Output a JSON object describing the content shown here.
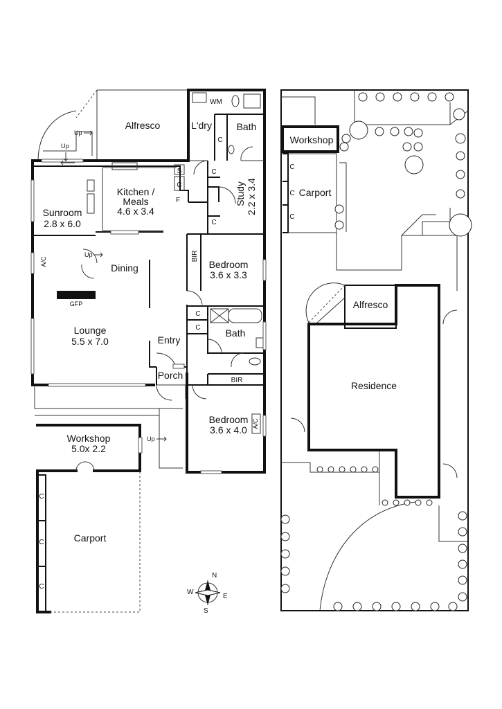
{
  "rooms": {
    "alfresco": "Alfresco",
    "laundry": "L'dry",
    "wm": "WM",
    "bath_top": "Bath",
    "kitchen_line1": "Kitchen /",
    "kitchen_line2": "Meals",
    "kitchen_dim": "4.6 x 3.4",
    "study": "Study",
    "study_dim": "2.2 x 3.4",
    "sunroom": "Sunroom",
    "sunroom_dim": "2.8 x 6.0",
    "dining": "Dining",
    "bedroom1": "Bedroom",
    "bedroom1_dim": "3.6 x 3.3",
    "bir": "BIR",
    "lounge": "Lounge",
    "lounge_dim": "5.5 x 7.0",
    "gfp": "GFP",
    "entry": "Entry",
    "bath_mid": "Bath",
    "porch": "Porch",
    "bedroom2": "Bedroom",
    "bedroom2_dim": "3.6 x 4.0",
    "ac": "A/C",
    "workshop": "Workshop",
    "workshop_dim": "5.0x 2.2",
    "carport": "Carport",
    "c": "C",
    "s": "S",
    "f": "F",
    "up": "Up"
  },
  "site": {
    "workshop": "Workshop",
    "carport": "Carport",
    "alfresco": "Alfresco",
    "residence": "Residence",
    "c": "C"
  },
  "compass": {
    "n": "N",
    "s": "S",
    "e": "E",
    "w": "W"
  }
}
